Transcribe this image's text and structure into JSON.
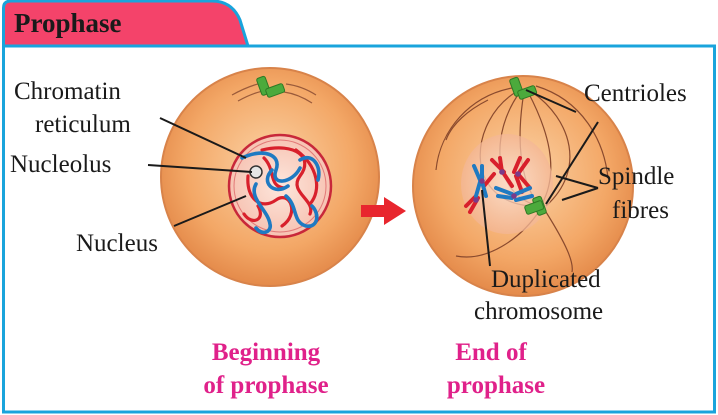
{
  "title": "Prophase",
  "labels": {
    "chromatin_line1": "Chromatin",
    "chromatin_line2": "reticulum",
    "nucleolus": "Nucleolus",
    "nucleus": "Nucleus",
    "centrioles": "Centrioles",
    "spindle_line1": "Spindle",
    "spindle_line2": "fibres",
    "duplicated_line1": "Duplicated",
    "duplicated_line2": "chromosome"
  },
  "captions": {
    "beginning_line1": "Beginning",
    "beginning_line2": "of prophase",
    "end_line1": "End of",
    "end_line2": "prophase"
  },
  "colors": {
    "frame": "#19a4dc",
    "tab": "#f4436a",
    "cell": "#f2a463",
    "cell_outline": "#d8834a",
    "nucleus_membrane": "#c8283a",
    "chromatin_red": "#d8202c",
    "chromatin_blue": "#1f7ac2",
    "centriole": "#4caa3c",
    "arrow": "#e8262e",
    "caption": "#e0218a"
  }
}
